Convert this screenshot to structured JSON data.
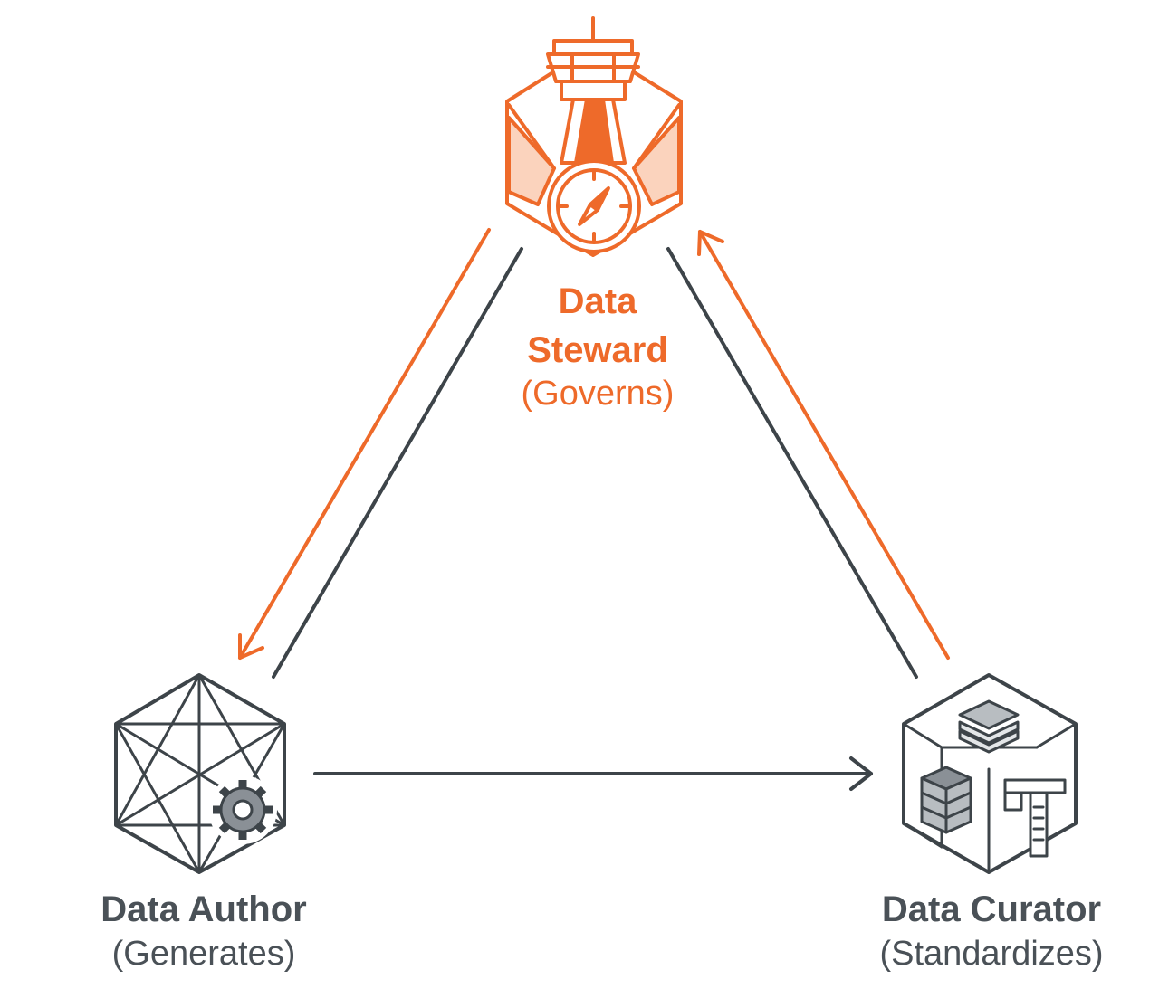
{
  "colors": {
    "accent": "#ee6a2a",
    "dark": "#3d4449",
    "light_fill": "#fbd3bd"
  },
  "nodes": {
    "steward": {
      "name_line1": "Data",
      "name_line2": "Steward",
      "role": "(Governs)",
      "icon": "control-tower-compass-icon"
    },
    "author": {
      "name": "Data Author",
      "role": "(Generates)",
      "icon": "network-hexagon-gear-icon"
    },
    "curator": {
      "name": "Data Curator",
      "role": "(Standardizes)",
      "icon": "cube-layers-caliper-icon"
    }
  },
  "edges": [
    {
      "from": "steward",
      "to": "author",
      "color": "accent",
      "arrow": true
    },
    {
      "from": "author",
      "to": "steward",
      "color": "dark",
      "arrow": false
    },
    {
      "from": "author",
      "to": "curator",
      "color": "dark",
      "arrow": true
    },
    {
      "from": "curator",
      "to": "steward",
      "color": "dark",
      "arrow": false
    },
    {
      "from": "curator",
      "to": "steward",
      "color": "accent",
      "arrow": true
    }
  ]
}
